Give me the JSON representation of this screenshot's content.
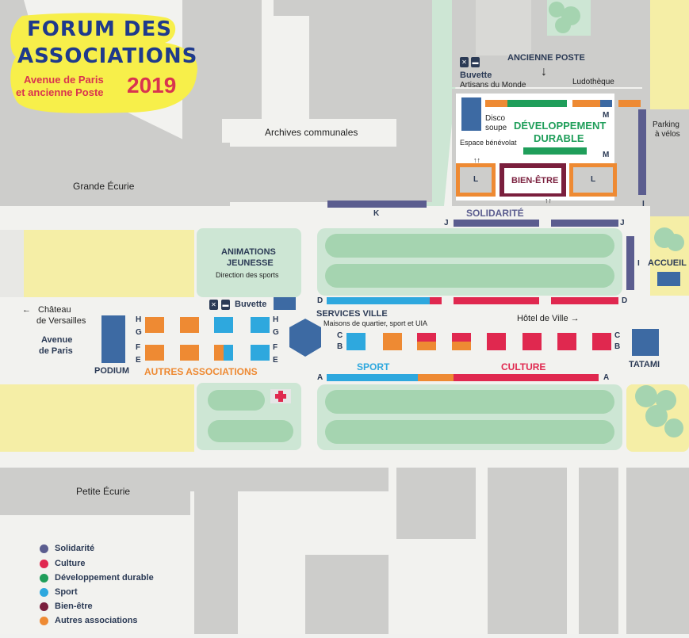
{
  "title": {
    "line1": "FORUM DES",
    "line2": "ASSOCIATIONS",
    "subtitle1": "Avenue de Paris",
    "subtitle2": "et ancienne Poste",
    "year": "2019"
  },
  "places": {
    "archives": "Archives communales",
    "grande_ecurie": "Grande Écurie",
    "petite_ecurie": "Petite Écurie",
    "chateau_line1": "Château",
    "chateau_line2": "de Versailles",
    "chateau_arrow": "←",
    "avenue_line1": "Avenue",
    "avenue_line2": "de Paris",
    "ancienne_poste": "ANCIENNE POSTE",
    "ancienne_poste_arrow": "↓",
    "buvette_top": "Buvette",
    "artisans": "Artisans du Monde",
    "ludotheque": "Ludothèque",
    "parking_line1": "Parking",
    "parking_line2": "à vélos",
    "accueil": "ACCUEIL",
    "hotel_de_ville": "Hôtel de Ville →",
    "tatami": "TATAMI",
    "podium": "PODIUM",
    "buvette_left": "Buvette",
    "animations_line1": "ANIMATIONS",
    "animations_line2": "JEUNESSE",
    "direction_sports": "Direction des sports",
    "services_ville": "SERVICES VILLE",
    "services_sub": "Maisons de quartier, sport et UIA",
    "autres_associations": "AUTRES ASSOCIATIONS",
    "disco_line1": "Disco",
    "disco_line2": "soupe",
    "espace_benevolat": "Espace bénévolat",
    "dev_line1": "DÉVELOPPEMENT",
    "dev_line2": "DURABLE",
    "bien_etre": "BIEN-ÊTRE",
    "solidarite": "SOLIDARITÉ",
    "sport": "SPORT",
    "culture": "CULTURE",
    "l": "L",
    "m": "M"
  },
  "row_labels": {
    "a": "A",
    "b": "B",
    "c": "C",
    "d": "D",
    "e": "E",
    "f": "F",
    "g": "G",
    "h": "H",
    "i": "I",
    "j": "J",
    "k": "K"
  },
  "icons": {
    "food": "fork-knife-icon",
    "coffee": "coffee-cup-icon",
    "first_aid": "red-cross-icon"
  },
  "colors": {
    "solidarite": "#5b5d8f",
    "culture": "#e0284f",
    "developpement_durable": "#1f9e5a",
    "sport": "#2ea8de",
    "bien_etre": "#7a1f3d",
    "autres": "#ee8a33",
    "services_ville": "#3d6aa3"
  },
  "legend": [
    {
      "label": "Solidarité",
      "color": "#5b5d8f"
    },
    {
      "label": "Culture",
      "color": "#e0284f"
    },
    {
      "label": "Développement durable",
      "color": "#1f9e5a"
    },
    {
      "label": "Sport",
      "color": "#2ea8de"
    },
    {
      "label": "Bien-être",
      "color": "#7a1f3d"
    },
    {
      "label": "Autres associations",
      "color": "#ee8a33"
    }
  ]
}
